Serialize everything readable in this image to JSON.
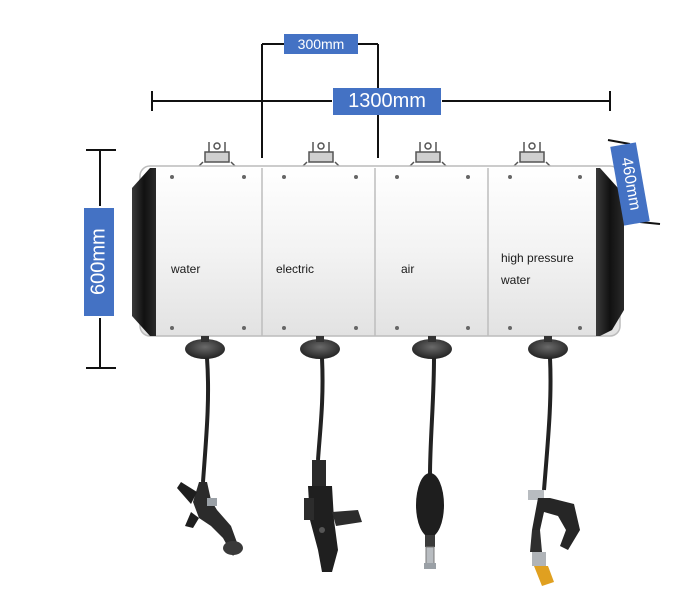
{
  "dimensions": {
    "reel_width": "300mm",
    "total_width": "1300mm",
    "depth": "460mm",
    "height": "600mm"
  },
  "reels": [
    {
      "label": "water",
      "label_line2": ""
    },
    {
      "label": "electric",
      "label_line2": ""
    },
    {
      "label": "air",
      "label_line2": ""
    },
    {
      "label": "high pressure",
      "label_line2": "water"
    }
  ],
  "colors": {
    "label_fill": "#4472c4",
    "label_text": "#ffffff",
    "cabinet_body": "#f4f4f4",
    "end_cap": "#1c1c1c",
    "hose": "#222222",
    "nozzle_accent": "#e0a020"
  }
}
